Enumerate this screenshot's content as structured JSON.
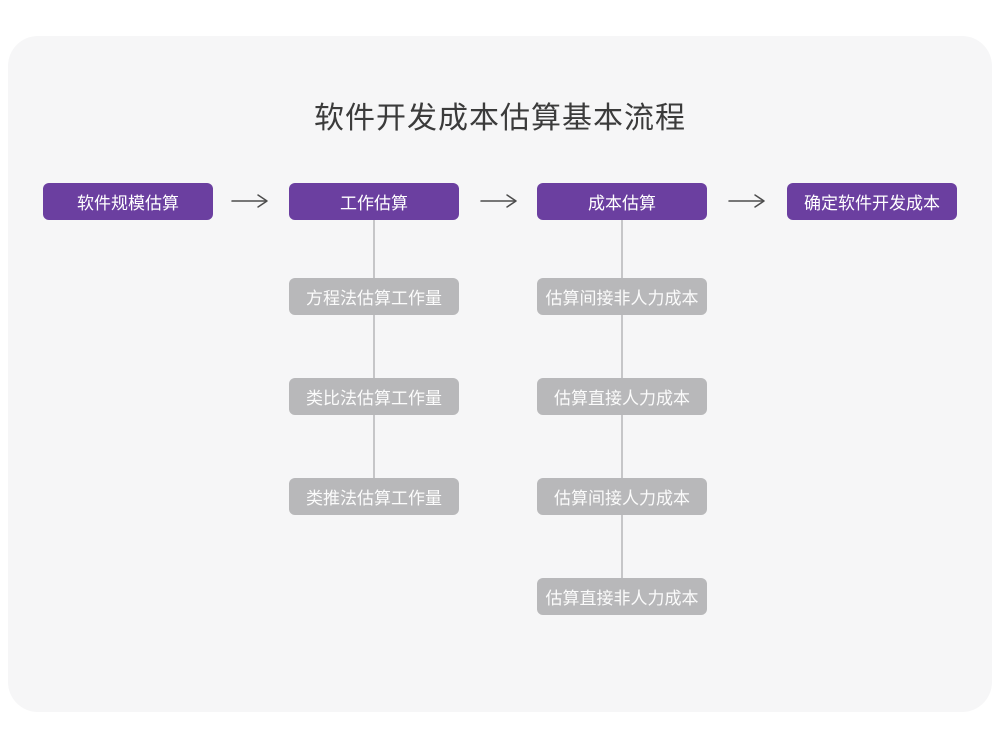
{
  "title": "软件开发成本估算基本流程",
  "flow": {
    "main_steps": [
      {
        "label": "软件规模估算"
      },
      {
        "label": "工作估算"
      },
      {
        "label": "成本估算"
      },
      {
        "label": "确定软件开发成本"
      }
    ],
    "work_substeps": [
      "方程法估算工作量",
      "类比法估算工作量",
      "类推法估算工作量"
    ],
    "cost_substeps": [
      "估算间接非人力成本",
      "估算直接人力成本",
      "估算间接人力成本",
      "估算直接非人力成本"
    ]
  },
  "icons": {
    "arrow_right": "arrow-right-icon"
  },
  "colors": {
    "main_node": "#6B3FA0",
    "sub_node": "#B8B8BA",
    "connector": "#C6C6C8",
    "arrow": "#4D4D4D",
    "title_text": "#3B3B3B",
    "node_text": "#FFFFFF",
    "card_background": "#F6F6F7",
    "page_background": "#FFFFFF"
  }
}
